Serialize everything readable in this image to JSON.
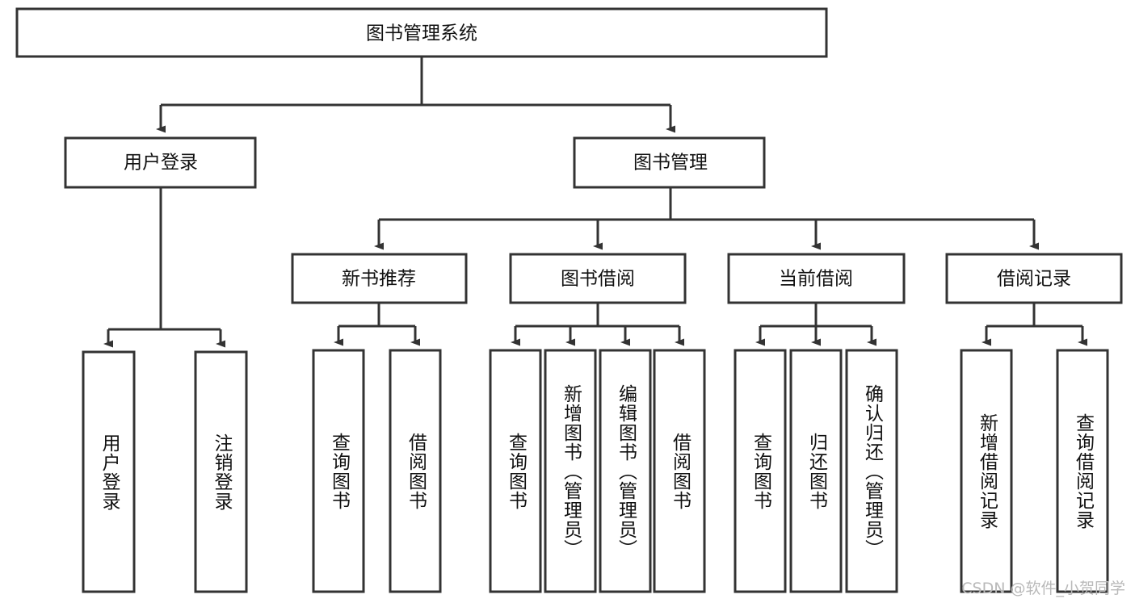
{
  "diagram": {
    "type": "tree",
    "title_node": "图书管理系统",
    "watermark": "CSDN @软件_小贺同学",
    "colors": {
      "box_stroke": "#333333",
      "box_fill": "#ffffff",
      "text": "#111111",
      "background": "#ffffff",
      "watermark": "#b9b9b9"
    },
    "levels": {
      "root": {
        "label": "图书管理系统"
      },
      "level2": [
        {
          "label": "用户登录"
        },
        {
          "label": "图书管理"
        }
      ],
      "level3": [
        {
          "label": "新书推荐"
        },
        {
          "label": "图书借阅"
        },
        {
          "label": "当前借阅"
        },
        {
          "label": "借阅记录"
        }
      ],
      "leaves": [
        {
          "label": "用户登录",
          "parent": "用户登录"
        },
        {
          "label": "注销登录",
          "parent": "用户登录"
        },
        {
          "label": "查询图书",
          "parent": "新书推荐"
        },
        {
          "label": "借阅图书",
          "parent": "新书推荐"
        },
        {
          "label": "查询图书",
          "parent": "图书借阅"
        },
        {
          "label": "新增图书（管理员）",
          "parent": "图书借阅"
        },
        {
          "label": "编辑图书（管理员）",
          "parent": "图书借阅"
        },
        {
          "label": "借阅图书",
          "parent": "图书借阅"
        },
        {
          "label": "查询图书",
          "parent": "当前借阅"
        },
        {
          "label": "归还图书",
          "parent": "当前借阅"
        },
        {
          "label": "确认归还（管理员）",
          "parent": "当前借阅"
        },
        {
          "label": "新增借阅记录",
          "parent": "借阅记录"
        },
        {
          "label": "查询借阅记录",
          "parent": "借阅记录"
        }
      ]
    }
  }
}
